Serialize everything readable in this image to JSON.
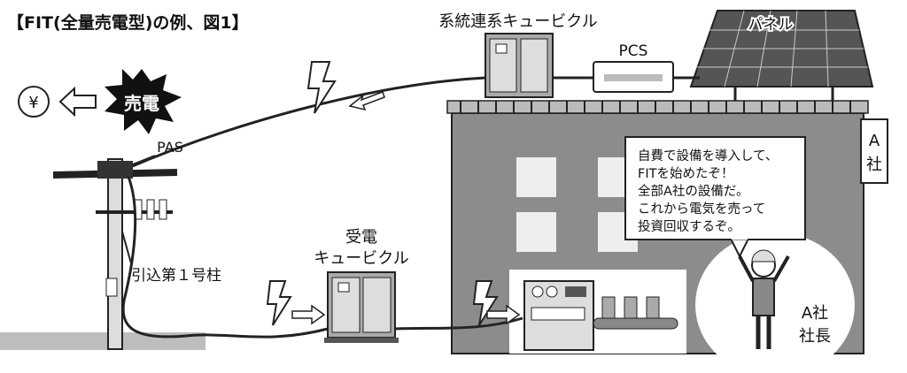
{
  "title": "【FIT(全量売電型)の例、図1】",
  "labels": {
    "grid_cubicle": "系統連系キュービクル",
    "panel": "パネル",
    "pcs": "PCS",
    "yen": "¥",
    "sell_power": "売電",
    "pas": "PAS",
    "first_pole": "引込第１号柱",
    "receiving_line1": "受電",
    "receiving_line2": "キュービクル",
    "company_sign": [
      "A",
      "社"
    ],
    "president": [
      "A社",
      "社長"
    ]
  },
  "speech_bubble": [
    "自費で設備を導入して、",
    "FITを始めたぞ！",
    "全部A社の設備だ。",
    "これから電気を売って",
    "投資回収するぞ。"
  ]
}
